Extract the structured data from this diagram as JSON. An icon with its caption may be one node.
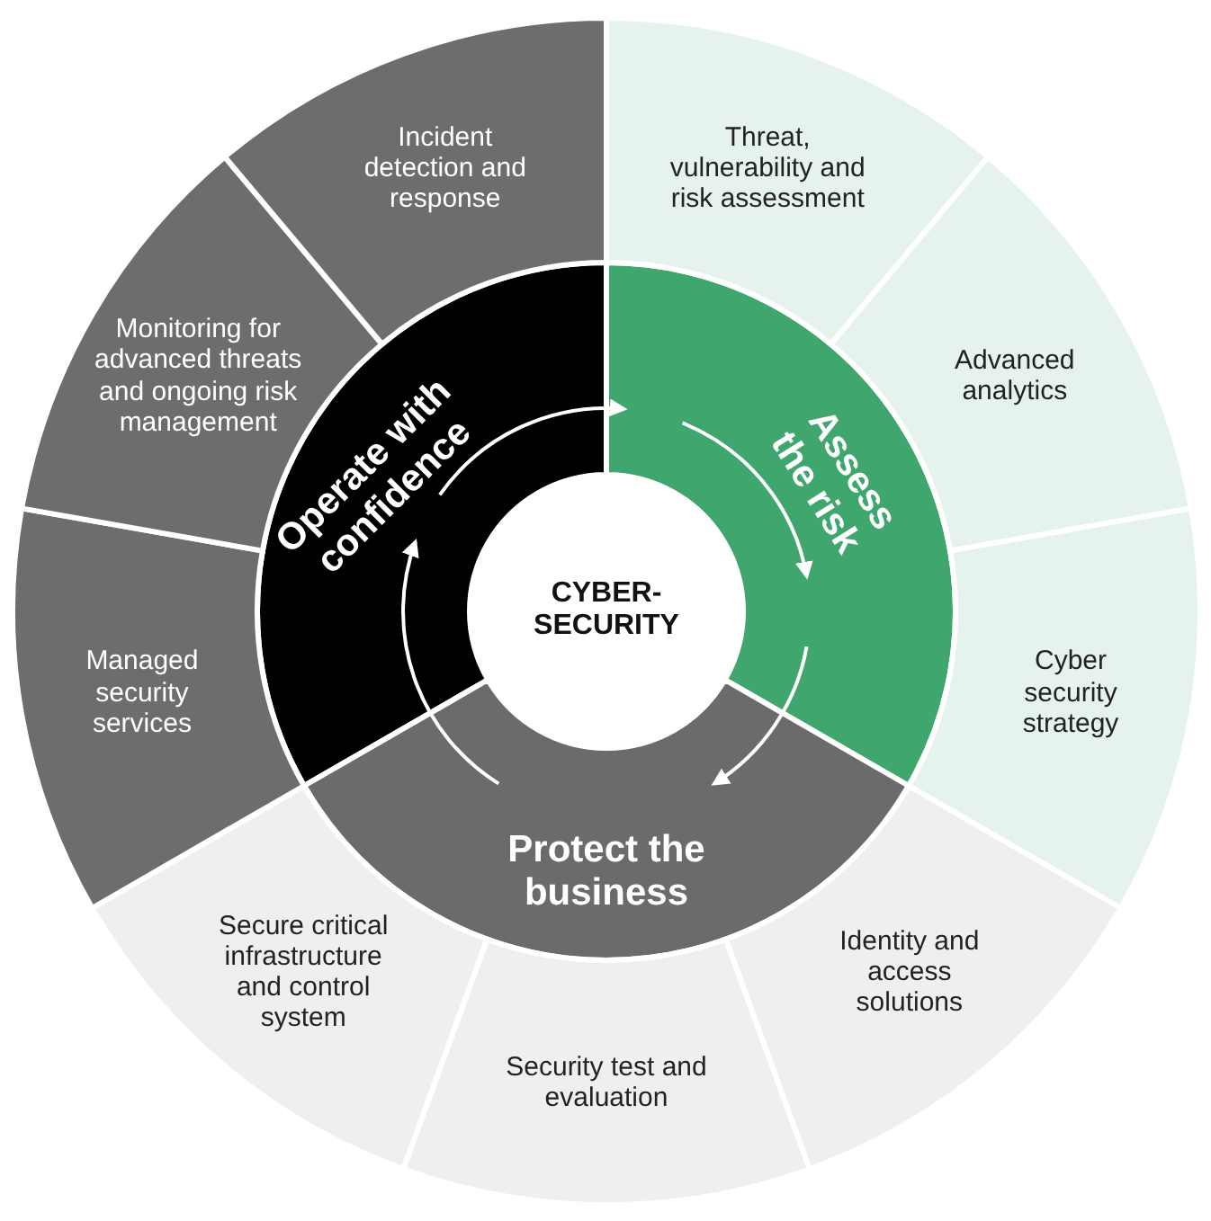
{
  "diagram": {
    "nodes": [
      {
        "text": [
          "CYBER-SECURITY"
        ]
      },
      {
        "text": [
          "Operate with confidence"
        ]
      },
      {
        "text": [
          "Assess the risk"
        ]
      },
      {
        "text": [
          "Protect the business"
        ]
      },
      {
        "text": [
          "Threat, vulnerability and risk assessment"
        ]
      },
      {
        "text": [
          "Advanced analytics"
        ]
      },
      {
        "text": [
          "Cyber security strategy"
        ]
      },
      {
        "text": [
          "Identity and access solutions"
        ]
      },
      {
        "text": [
          "Security test and evaluation"
        ]
      },
      {
        "text": [
          "Secure critical infrastructure and control system"
        ]
      },
      {
        "text": [
          "Managed security services"
        ]
      },
      {
        "text": [
          "Monitoring for advanced threats and ongoing risk management"
        ]
      },
      {
        "text": [
          "Incident detection and response"
        ]
      }
    ],
    "edges": [
      {
        "from": 1,
        "to": 2,
        "arrow": "to"
      },
      {
        "from": 2,
        "to": 3,
        "arrow": "to"
      },
      {
        "from": 3,
        "to": 1,
        "arrow": "to"
      }
    ]
  }
}
